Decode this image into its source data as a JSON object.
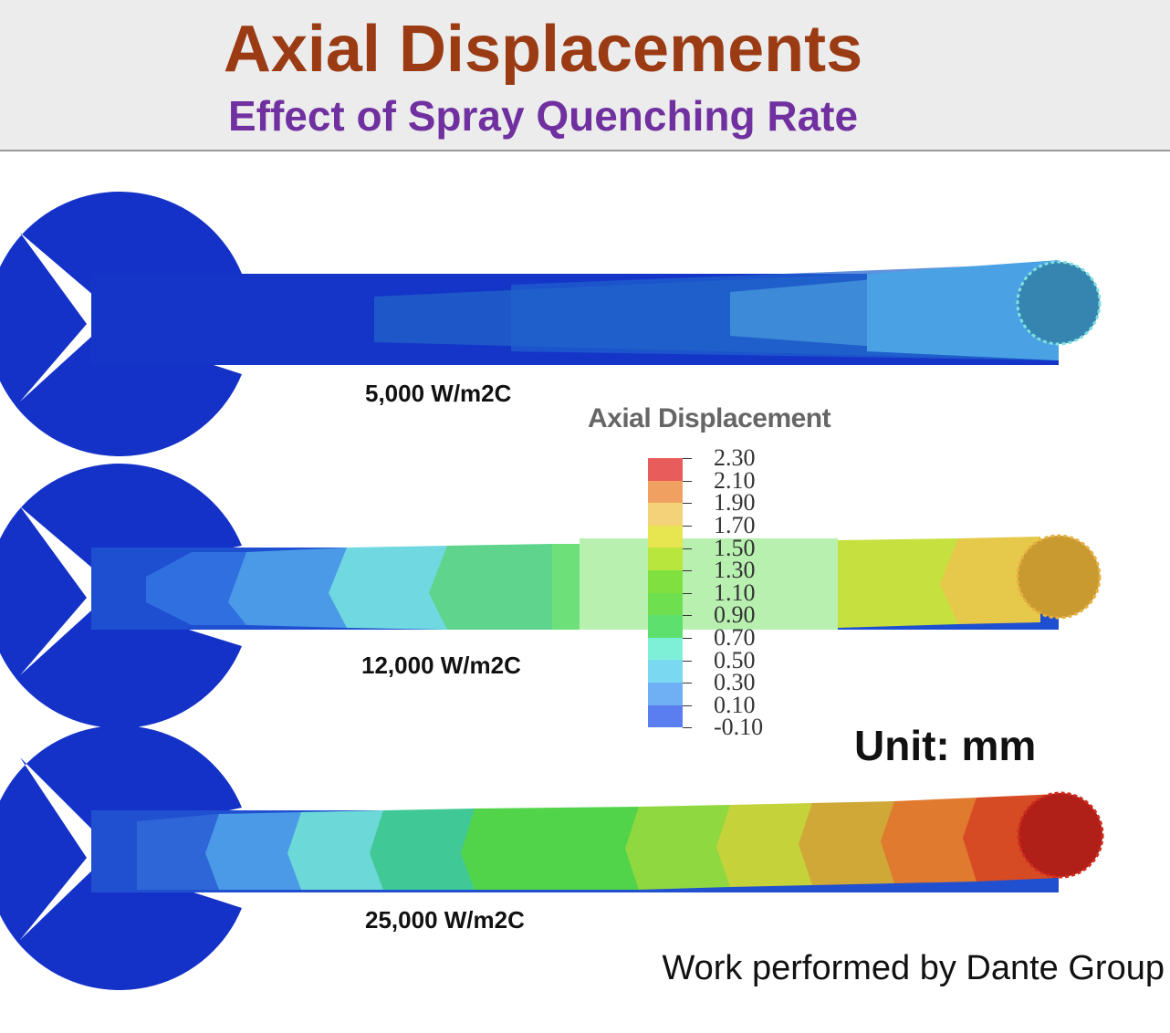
{
  "header": {
    "title": "Axial Displacements",
    "subtitle": "Effect of Spray Quenching Rate"
  },
  "cases": [
    {
      "label": "5,000 W/m2C"
    },
    {
      "label": "12,000 W/m2C"
    },
    {
      "label": "25,000 W/m2C"
    }
  ],
  "legend": {
    "title": "Axial Displacement",
    "ticks": [
      "2.30",
      "2.10",
      "1.90",
      "1.70",
      "1.50",
      "1.30",
      "1.10",
      "0.90",
      "0.70",
      "0.50",
      "0.30",
      "0.10",
      "-0.10"
    ],
    "colors": [
      "#4a4ae8",
      "#5a7ef0",
      "#6fb0f5",
      "#7ad8f0",
      "#7ff0d8",
      "#5ee06e",
      "#6ee050",
      "#7fe040",
      "#b8e63c",
      "#e8e650",
      "#f3d27a",
      "#f0a060",
      "#e85c5c"
    ]
  },
  "unit_label": "Unit: mm",
  "credit": "Work performed by Dante Group"
}
